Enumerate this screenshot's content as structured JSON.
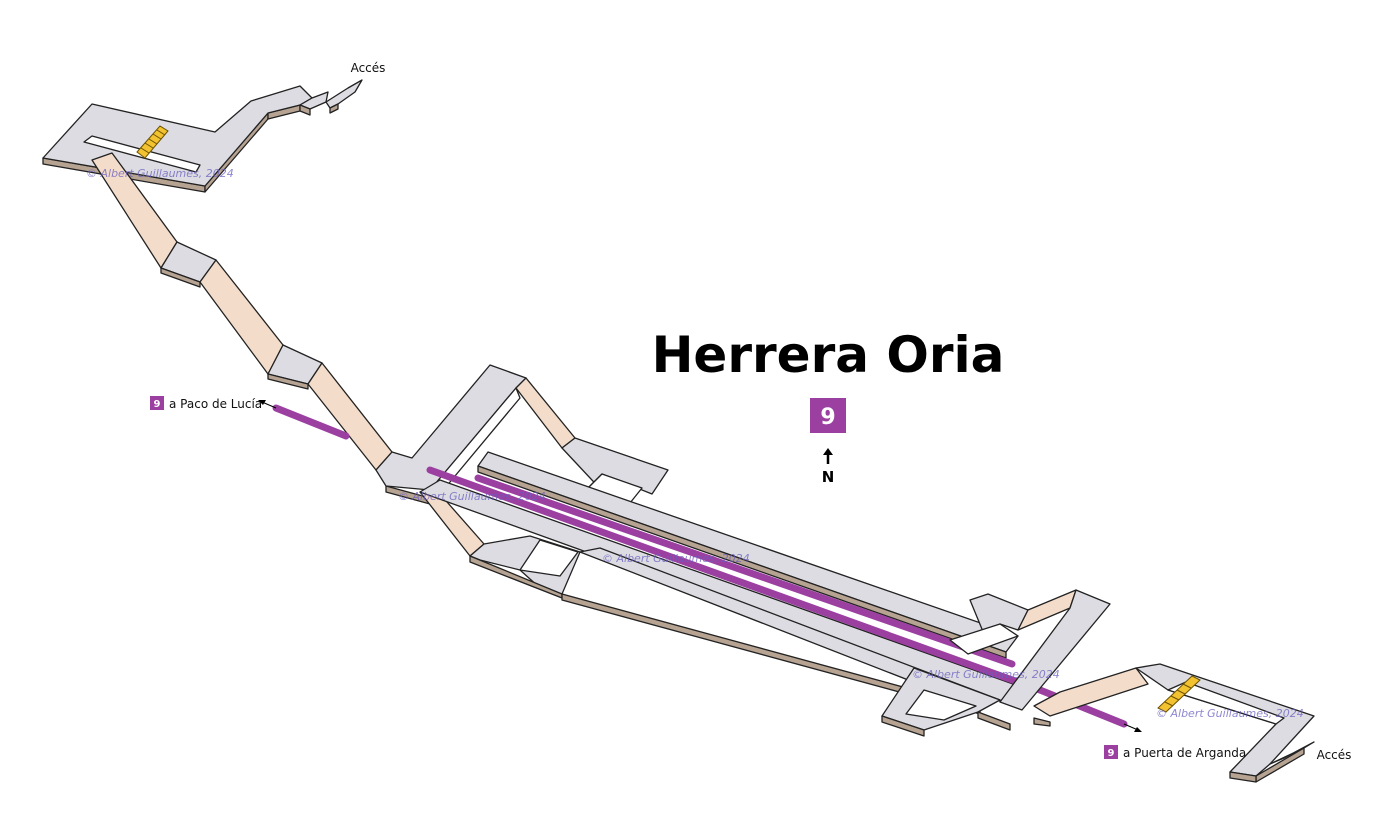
{
  "station": {
    "name": "Herrera Oria",
    "line_number": "9",
    "line_color": "#9b3fa1",
    "north_label": "N",
    "north_icon": "arrow-up-icon"
  },
  "exits": {
    "northwest_label": "Accés",
    "southeast_label": "Accés"
  },
  "directions": {
    "west": {
      "line": "9",
      "label": "a Paco de Lucía"
    },
    "east": {
      "line": "9",
      "label": "a Puerta de Arganda"
    }
  },
  "watermarks": {
    "w1": "© Albert Guillaumes, 2024",
    "w2": "© Albert Guillaumes, 2024",
    "w3": "© Albert Guillaumes, 2024",
    "w4": "© Albert Guillaumes, 2024",
    "w5": "© Albert Guillaumes, 2024"
  },
  "colors": {
    "floor": "#dcdce2",
    "wall_side": "#b6a392",
    "ramp": "#f3dcca",
    "escalator": "#f2c230",
    "track": "#9b3fa1"
  }
}
